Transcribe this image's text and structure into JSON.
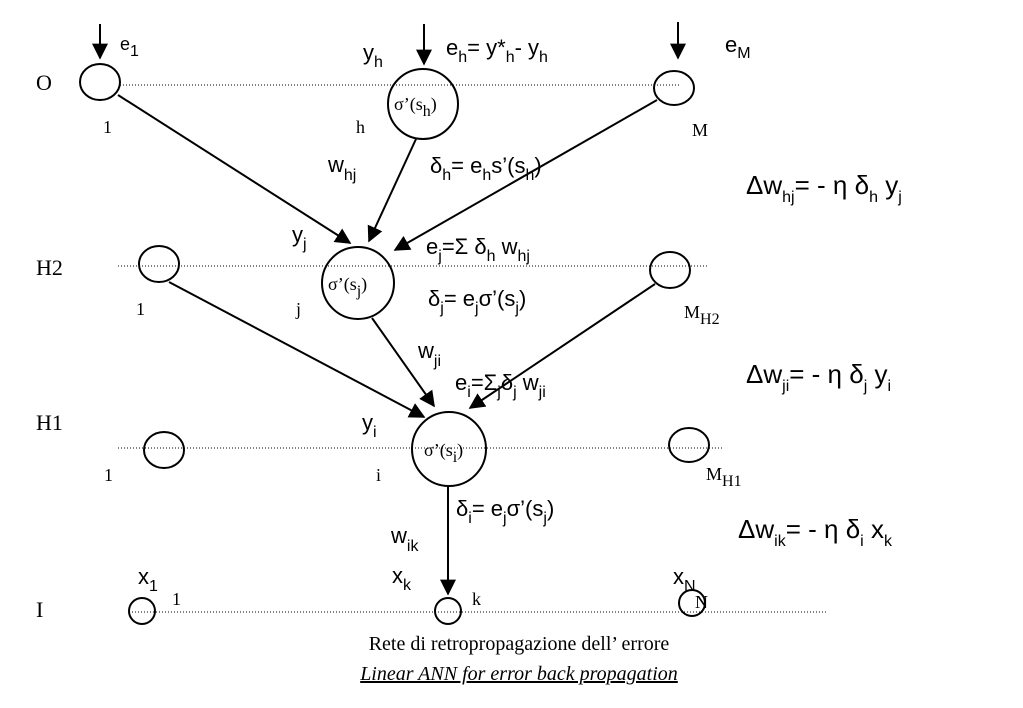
{
  "layers": {
    "output": "O",
    "hidden2": "H2",
    "hidden1": "H1",
    "input": "I"
  },
  "output_layer": {
    "e1": "e",
    "e1_sub": "1",
    "node1_index": "1",
    "yh": "y",
    "yh_sub": "h",
    "h_index": "h",
    "eh_formula": {
      "a": "e",
      "a_sub": "h",
      "b": "= y*",
      "b_sub": "h",
      "c": "- y",
      "c_sub": "h"
    },
    "eM": "e",
    "eM_sub": "M",
    "M_index": "M",
    "node_h_fn": {
      "a": "σ’(s",
      "sub": "h",
      "b": ")"
    }
  },
  "weights_h": {
    "whj": "w",
    "whj_sub": "hj",
    "delta_h": {
      "a": "δ",
      "a_sub": "h",
      "b": "= e",
      "b_sub": "h",
      "c": "s’(s",
      "c_sub": "h",
      "d": ")"
    }
  },
  "hidden2_layer": {
    "yj": "y",
    "yj_sub": "j",
    "ej": {
      "a": "e",
      "a_sub": "j",
      "b": "=Σ δ",
      "b_sub": "h",
      "c": " w",
      "c_sub": "hj"
    },
    "node_j_fn": {
      "a": "σ’(s",
      "sub": "j",
      "b": ")"
    },
    "node1_index": "1",
    "j_index": "j",
    "delta_j": {
      "a": "δ",
      "a_sub": "j",
      "b": "= e",
      "b_sub": "j",
      "c": "σ’(s",
      "c_sub": "j",
      "d": ")"
    },
    "M_index": "M",
    "M_sub": "H2"
  },
  "weights_j": {
    "wji": "w",
    "wji_sub": "ji",
    "ei": {
      "a": "e",
      "a_sub": "i",
      "b": "=Σ",
      "b_sub": "j",
      "c": "δ",
      "c_sub": "j",
      "d": " w",
      "d_sub": "ji"
    }
  },
  "hidden1_layer": {
    "yi": "y",
    "yi_sub": "i",
    "node_i_fn": {
      "a": "σ’(s",
      "sub": "i",
      "b": ")"
    },
    "node1_index": "1",
    "i_index": "i",
    "M_index": "M",
    "M_sub": "H1",
    "delta_i": {
      "a": "δ",
      "a_sub": "i",
      "b": "= e",
      "b_sub": "j",
      "c": "σ’(s",
      "c_sub": "j",
      "d": ")"
    }
  },
  "input_layer": {
    "wik": "w",
    "wik_sub": "ik",
    "xk": "x",
    "xk_sub": "k",
    "x1": "x",
    "x1_sub": "1",
    "node1_index": "1",
    "k_index": "k",
    "xN": "x",
    "xN_sub": "N",
    "N_index": "N"
  },
  "updates": {
    "dw_hj": {
      "a": "Δw",
      "a_sub": "hj",
      "b": "= - η δ",
      "b_sub": "h",
      "c": " y",
      "c_sub": "j"
    },
    "dw_ji": {
      "a": "Δw",
      "a_sub": "ji",
      "b": "= - η δ",
      "b_sub": "j",
      "c": " y",
      "c_sub": "i"
    },
    "dw_ik": {
      "a": "Δw",
      "a_sub": "ik",
      "b": "= - η δ",
      "b_sub": "i",
      "c": " x",
      "c_sub": "k"
    }
  },
  "caption": {
    "line1": "Rete di retropropagazione dell’ errore",
    "line2": "Linear ANN for error back propagation"
  }
}
